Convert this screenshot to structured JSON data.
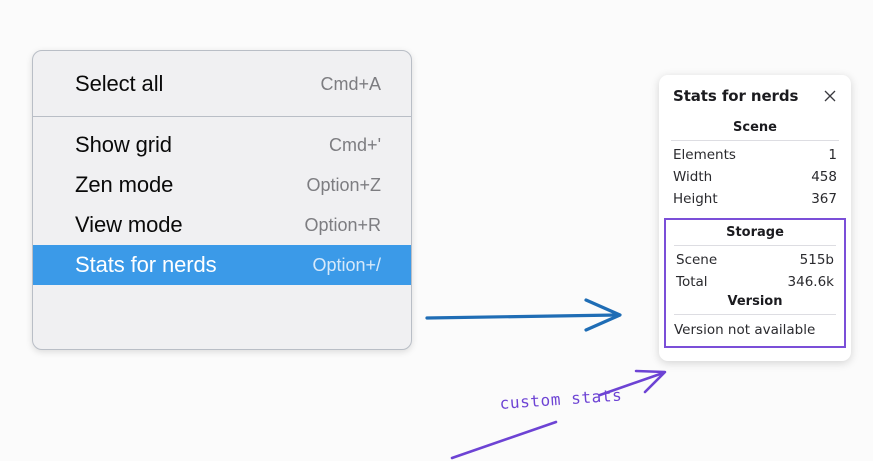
{
  "background_color": "#fbfbfb",
  "context_menu": {
    "name": "Context menu",
    "highlight_color": "#3b9ae8",
    "background_color": "#f0f0f2",
    "groups": [
      {
        "items": [
          {
            "label": "Select all",
            "shortcut": "Cmd+A",
            "selected": false
          }
        ]
      },
      {
        "items": [
          {
            "label": "Show grid",
            "shortcut": "Cmd+'",
            "selected": false
          },
          {
            "label": "Zen mode",
            "shortcut": "Option+Z",
            "selected": false
          },
          {
            "label": "View mode",
            "shortcut": "Option+R",
            "selected": false
          },
          {
            "label": "Stats for nerds",
            "shortcut": "Option+/",
            "selected": true
          }
        ]
      }
    ]
  },
  "stats_panel": {
    "title": "Stats for nerds",
    "close_icon": "close-icon",
    "scene": {
      "heading": "Scene",
      "rows": [
        {
          "key": "Elements",
          "value": "1"
        },
        {
          "key": "Width",
          "value": "458"
        },
        {
          "key": "Height",
          "value": "367"
        }
      ]
    },
    "storage": {
      "heading": "Storage",
      "rows": [
        {
          "key": "Scene",
          "value": "515b"
        },
        {
          "key": "Total",
          "value": "346.6k"
        }
      ]
    },
    "version": {
      "heading": "Version",
      "text": "Version not available"
    },
    "highlight_border_color": "#7b4fd8"
  },
  "annotations": {
    "blue_arrow": {
      "name": "blue-arrow",
      "color": "#1f6db5"
    },
    "purple_arrow": {
      "name": "purple-arrow",
      "color": "#6d43d4"
    },
    "purple_tail": {
      "name": "purple-underline-stroke",
      "color": "#6d43d4"
    },
    "custom_stats_label": "custom stats"
  }
}
